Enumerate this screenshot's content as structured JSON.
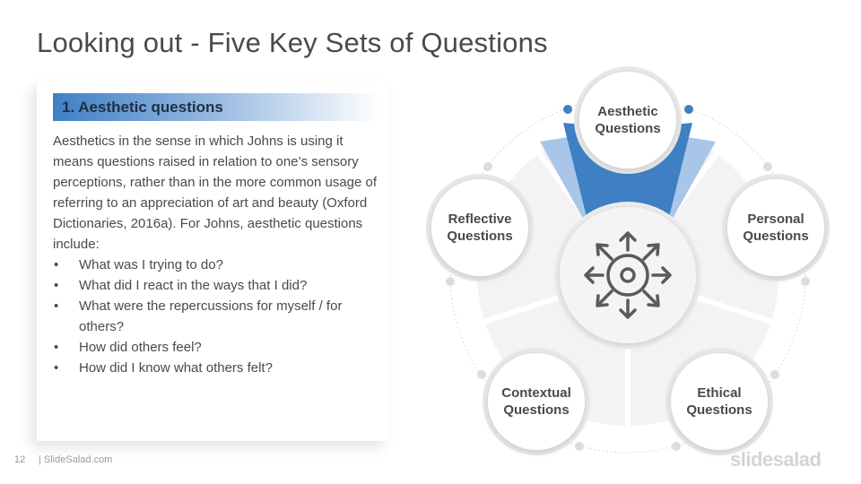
{
  "slide": {
    "title": "Looking out - Five Key Sets of Questions",
    "page_number": "12",
    "footer_site": "| SlideSalad.com",
    "brand_logo": "slidesalad"
  },
  "card": {
    "heading": "1. Aesthetic questions",
    "paragraph": "Aesthetics in the sense in which Johns is using it means questions raised in relation to one’s sensory perceptions, rather than in the more common usage of referring to an appreciation of art and beauty (Oxford Dictionaries, 2016a). For Johns, aesthetic questions include:",
    "bullets": [
      "What was I trying to do?",
      "What did I react in the ways that I did?",
      "What were the repercussions  for myself / for others?",
      "How did others feel?",
      "How did I know what others felt?"
    ]
  },
  "diagram": {
    "center_icon": "arrows-expand-target-icon",
    "nodes": [
      {
        "line1": "Aesthetic",
        "line2": "Questions"
      },
      {
        "line1": "Personal",
        "line2": "Questions"
      },
      {
        "line1": "Ethical",
        "line2": "Questions"
      },
      {
        "line1": "Contextual",
        "line2": "Questions"
      },
      {
        "line1": "Reflective",
        "line2": "Questions"
      }
    ],
    "colors": {
      "accent": "#3f7fc4",
      "accent_light": "#a9c6e8",
      "segment": "#efefef",
      "segment_line": "#ffffff",
      "dot": "#dcdcdc"
    }
  }
}
